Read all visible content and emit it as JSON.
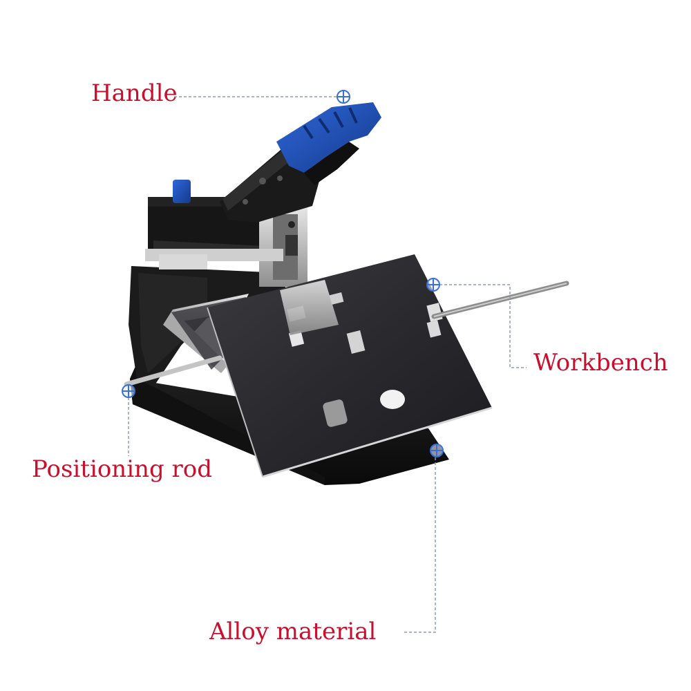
{
  "labels": {
    "handle": "Handle",
    "workbench": "Workbench",
    "positioning_rod": "Positioning rod",
    "alloy_material": "Alloy material"
  },
  "colors": {
    "label_text": "#c8102e",
    "leader_line": "#8a9bb8",
    "marker": "#3b6fd6",
    "handle_blue": "#1f4fa8",
    "body_black": "#151515",
    "plate_gray": "#2f2f33",
    "steel": "#b9b9b9"
  },
  "icons": {
    "marker": "crosshair-circle-icon"
  }
}
